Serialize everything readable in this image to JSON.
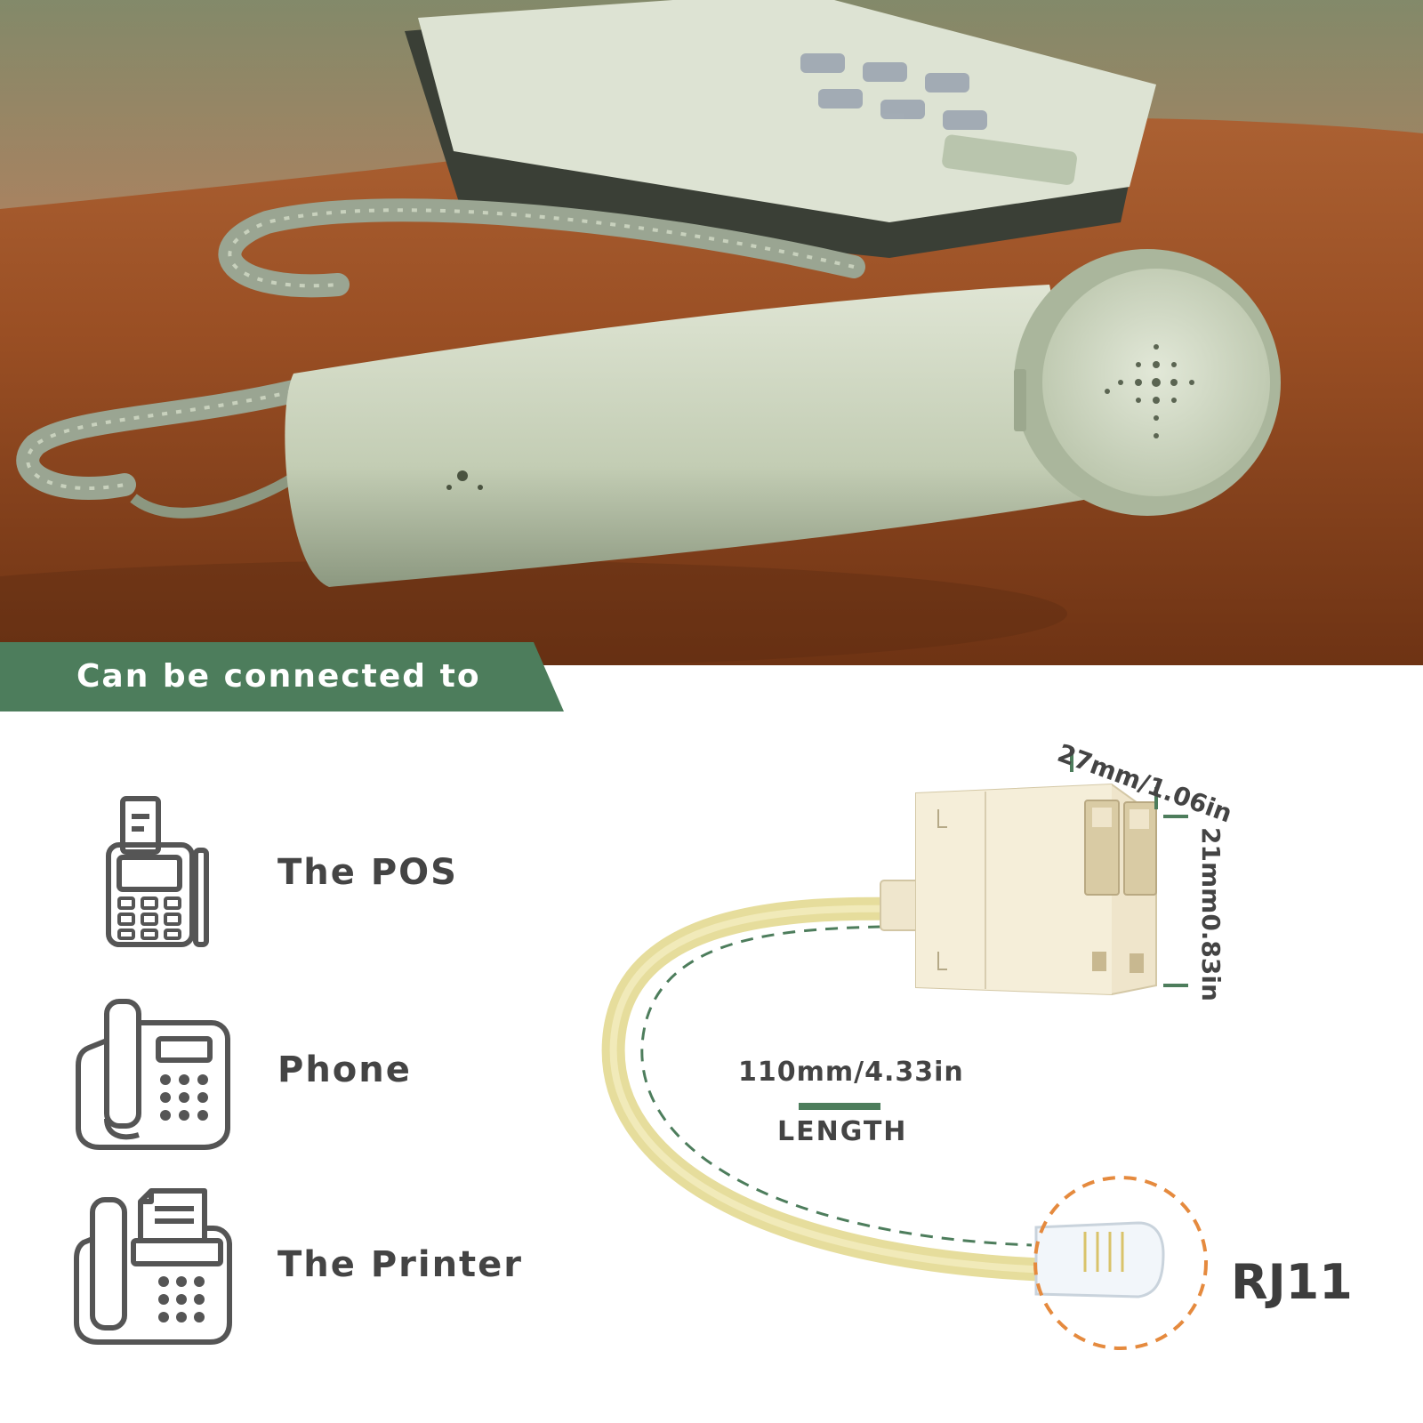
{
  "banner": {
    "text": "Can be connected to",
    "color": "#4d7d5c"
  },
  "uses": [
    {
      "label": "The POS",
      "icon": "pos-terminal-icon"
    },
    {
      "label": "Phone",
      "icon": "desk-phone-icon"
    },
    {
      "label": "The Printer",
      "icon": "fax-printer-icon"
    }
  ],
  "dimensions": {
    "width": "27mm/1.06in",
    "height": "21mm0.83in",
    "cable_length": "110mm/4.33in",
    "cable_caption": "LENGTH",
    "plug": "RJ11"
  },
  "colors": {
    "accent_green": "#4d7d5c",
    "highlight_orange": "#e58a3e",
    "icon_gray": "#555555"
  }
}
